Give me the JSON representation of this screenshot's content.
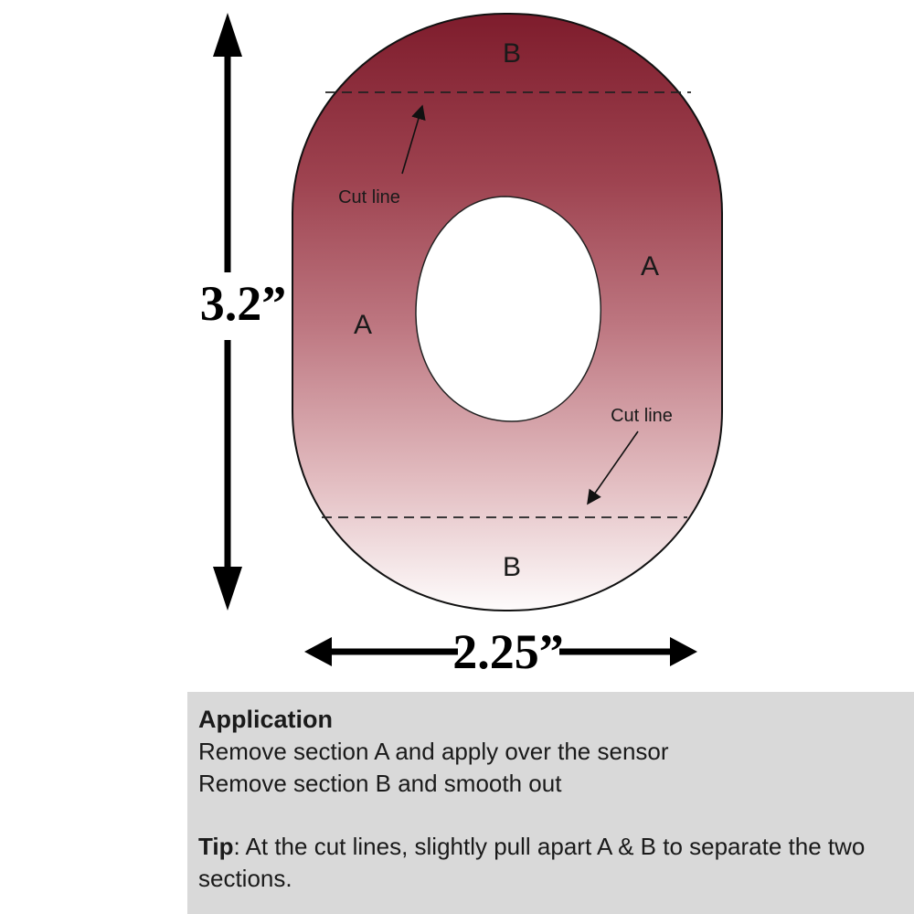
{
  "diagram": {
    "section_top": "B",
    "section_bottom": "B",
    "section_a_right": "A",
    "section_a_left": "A",
    "cut_line_top": "Cut line",
    "cut_line_bottom": "Cut line",
    "height_dimension": "3.2”",
    "width_dimension": "2.25”",
    "colors": {
      "grad_top": "#7e1c2c",
      "grad_upper": "#9e4350",
      "grad_mid": "#bd7680",
      "grad_lower": "#e2bcc0",
      "grad_bottom": "#fefcfc",
      "outline": "#111111",
      "info_box_bg": "#d9d9d9"
    }
  },
  "info_box": {
    "title": "Application",
    "line1": "Remove section A and apply over the sensor",
    "line2": "Remove section B and smooth out",
    "tip_label": "Tip",
    "tip_text": ": At the cut lines, slightly pull apart A & B to separate the two sections."
  }
}
